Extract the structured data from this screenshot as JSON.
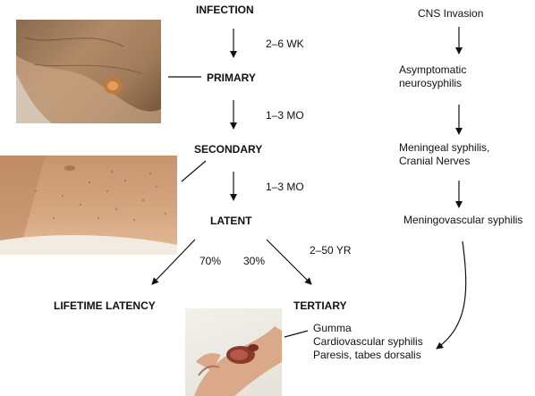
{
  "stages": {
    "infection": "INFECTION",
    "primary": "PRIMARY",
    "secondary": "SECONDARY",
    "latent": "LATENT",
    "lifetime_latency": "LIFETIME LATENCY",
    "tertiary": "TERTIARY"
  },
  "intervals": {
    "infection_to_primary": "2–6 WK",
    "primary_to_secondary": "1–3 MO",
    "secondary_to_latent": "1–3 MO",
    "latent_to_tertiary": "2–50 YR"
  },
  "percentages": {
    "lifetime_latency": "70%",
    "tertiary": "30%"
  },
  "cns_pathway": {
    "invasion": "CNS Invasion",
    "asymptomatic_line1": "Asymptomatic",
    "asymptomatic_line2": "neurosyphilis",
    "meningeal_line1": "Meningeal syphilis,",
    "meningeal_line2": "Cranial Nerves",
    "meningovascular": "Meningovascular syphilis"
  },
  "tertiary_manifestations": [
    "Gumma",
    "Cardiovascular syphilis",
    "Paresis, tabes dorsalis"
  ]
}
